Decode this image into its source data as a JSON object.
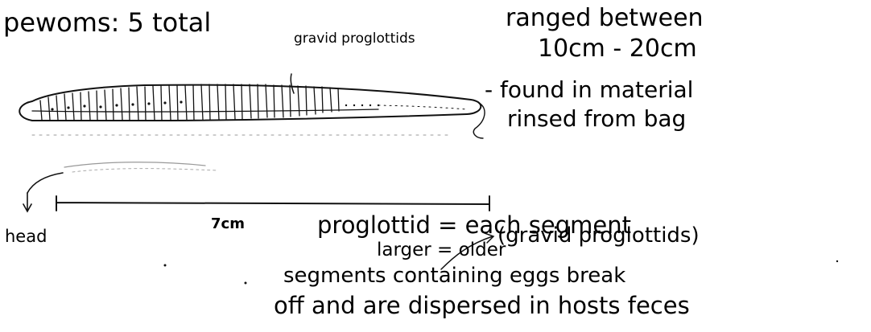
{
  "title": "pewoms: 5 total",
  "labels": {
    "gravid": "gravid proglottids",
    "ranged_line1": "ranged between",
    "ranged_line2": "10cm - 20cm",
    "found_line1": "- found in material",
    "found_line2": "rinsed from bag",
    "length": "7cm",
    "head": "head",
    "proglottid_def": "proglottid = each segment",
    "larger_older": "larger = older",
    "gravid_paren": "(gravid proglottids)",
    "segments_line1": "segments containing eggs break",
    "segments_line2": "off and are dispersed in hosts feces"
  },
  "colors": {
    "ink": "#111111",
    "faint": "#9a9a9a"
  }
}
